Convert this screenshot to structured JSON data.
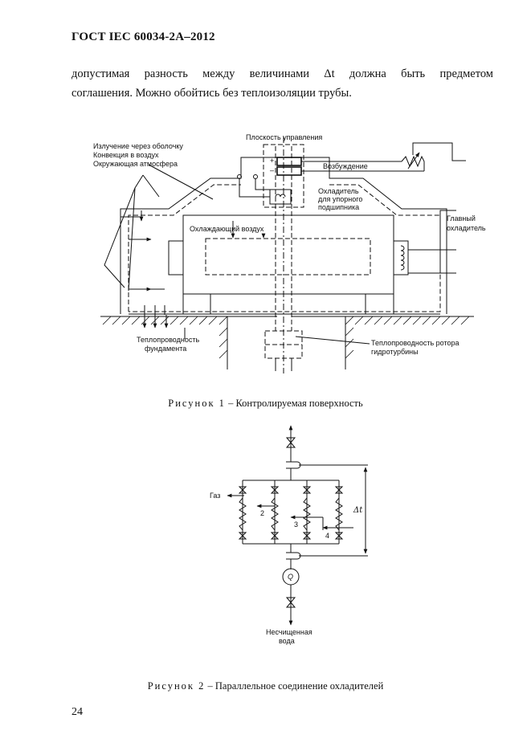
{
  "header": {
    "title": "ГОСТ IEC 60034-2A–2012"
  },
  "body": {
    "line1": "допустимая разность между величинами Δt должна быть предметом",
    "line2": "соглашения. Можно обойтись без теплоизоляции трубы."
  },
  "figure1": {
    "labels": {
      "control_plane": "Плоскость управления",
      "radiation": "Излучение через оболочку",
      "convection": "Конвекция в воздух",
      "ambient": "Окружающая атмосфера",
      "plus": "+",
      "minus": "–",
      "excitation": "Возбуждение",
      "bearing_cooler_1": "Охладитель",
      "bearing_cooler_2": "для упорного",
      "bearing_cooler_3": "подшипника",
      "main_cooler_1": "Главный",
      "main_cooler_2": "охладитель",
      "cooling_air": "Охлаждающий воздух",
      "foundation_1": "Теплопроводность",
      "foundation_2": "фундамента",
      "rotor_1": "Теплопроводность ротора",
      "rotor_2": "гидротурбины"
    },
    "caption_label": "Рисунок 1",
    "caption_text": "– Контролируемая поверхность"
  },
  "figure2": {
    "labels": {
      "gas": "Газ",
      "n2": "2",
      "n3": "3",
      "n4": "4",
      "delta_t": "Δt",
      "pump": "Q",
      "raw_water_1": "Несчищенная",
      "raw_water_2": "вода"
    },
    "caption_label": "Рисунок 2",
    "caption_text": "– Параллельное соединение охладителей"
  },
  "page_number": "24"
}
